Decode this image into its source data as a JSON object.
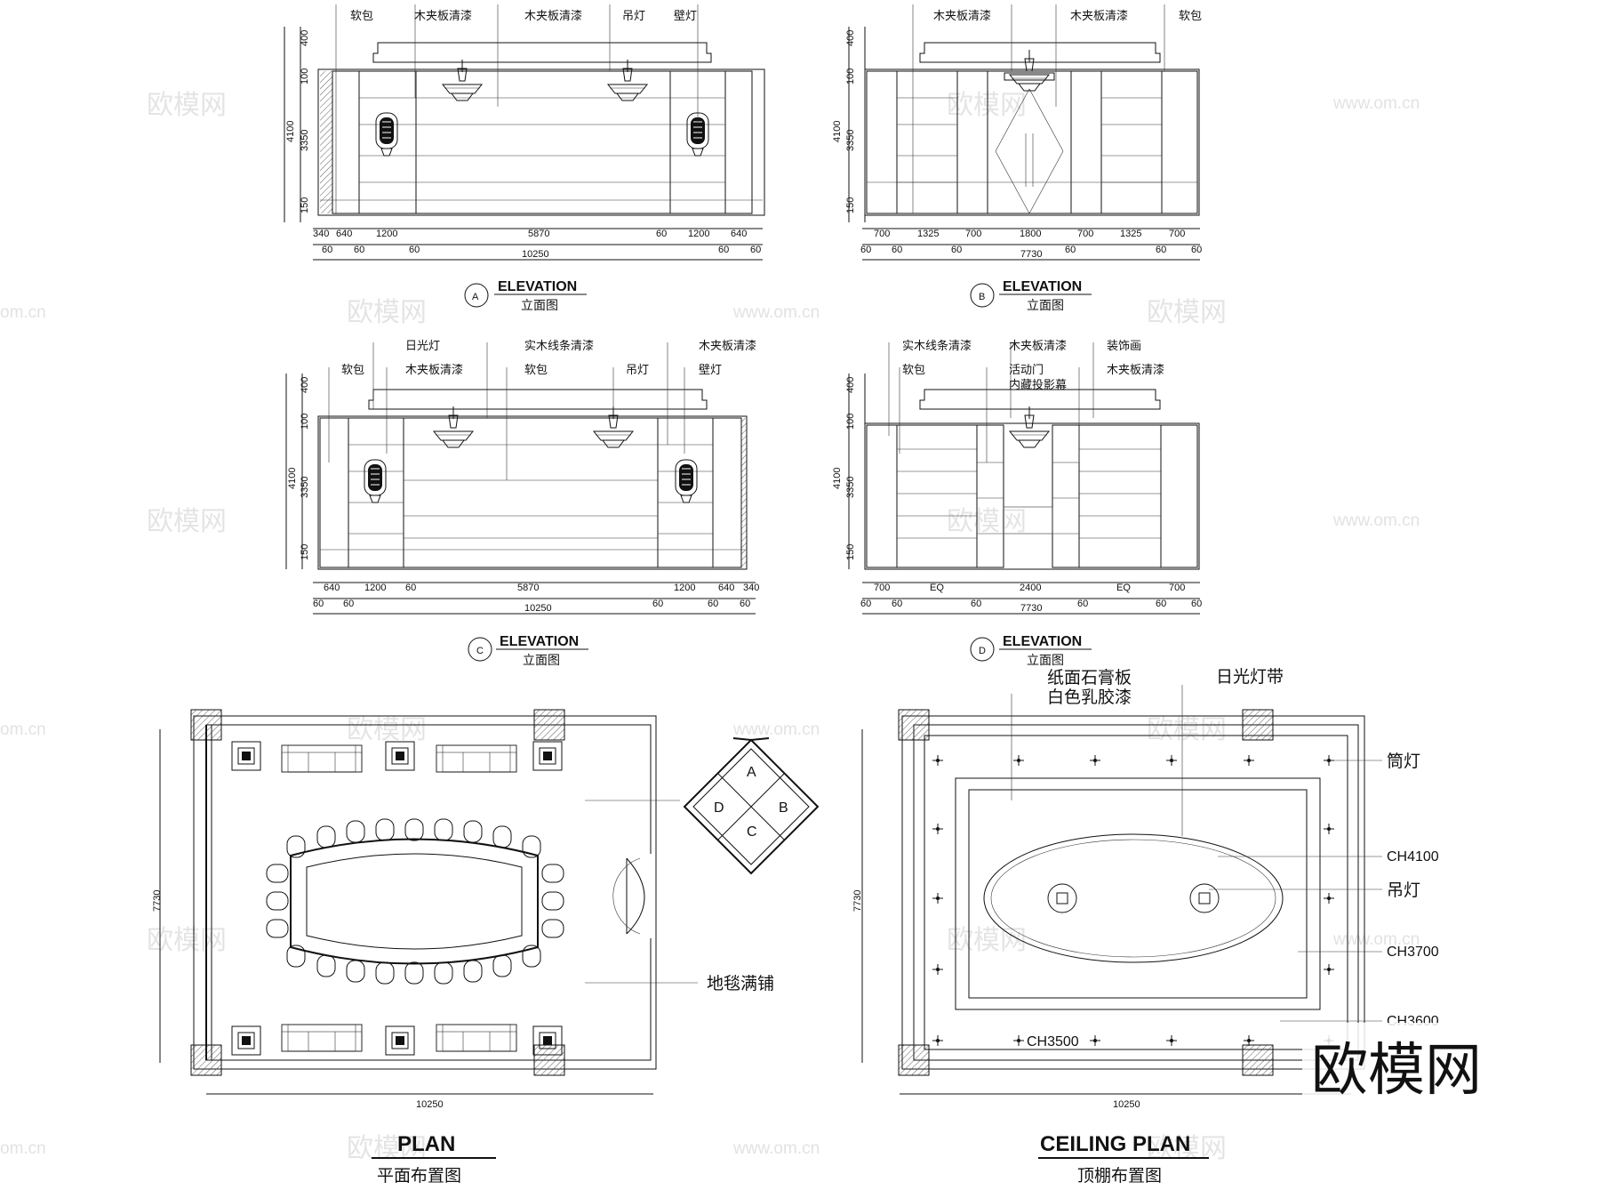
{
  "elevation_a": {
    "letter": "A",
    "title": "ELEVATION",
    "subtitle": "立面图",
    "callouts": [
      "软包",
      "木夹板清漆",
      "木夹板清漆",
      "吊灯",
      "壁灯"
    ],
    "vdims": [
      "400",
      "100",
      "3350",
      "150",
      "4100"
    ],
    "dims_row1": [
      "340",
      "640",
      "1200",
      "5870",
      "60",
      "1200",
      "640"
    ],
    "dims_row2": [
      "60",
      "60",
      "60",
      "60",
      "60"
    ],
    "total": "10250"
  },
  "elevation_b": {
    "letter": "B",
    "title": "ELEVATION",
    "subtitle": "立面图",
    "callouts": [
      "木夹板清漆",
      "木夹板清漆",
      "软包"
    ],
    "vdims": [
      "400",
      "100",
      "3350",
      "150",
      "4100"
    ],
    "dims_row1": [
      "700",
      "1325",
      "700",
      "1800",
      "700",
      "1325",
      "700"
    ],
    "dims_row2": [
      "60",
      "60",
      "60",
      "60",
      "60",
      "60"
    ],
    "total": "7730"
  },
  "elevation_c": {
    "letter": "C",
    "title": "ELEVATION",
    "subtitle": "立面图",
    "callouts": [
      "日光灯",
      "实木线条清漆",
      "木夹板清漆",
      "软包",
      "木夹板清漆",
      "软包",
      "吊灯",
      "壁灯"
    ],
    "vdims": [
      "400",
      "100",
      "3350",
      "150",
      "4100"
    ],
    "dims_row1": [
      "640",
      "1200",
      "60",
      "5870",
      "1200",
      "640",
      "340"
    ],
    "dims_row2": [
      "60",
      "60",
      "60",
      "60",
      "60"
    ],
    "total": "10250"
  },
  "elevation_d": {
    "letter": "D",
    "title": "ELEVATION",
    "subtitle": "立面图",
    "callouts": [
      "实木线条清漆",
      "木夹板清漆",
      "装饰画",
      "软包",
      "活动门",
      "内藏投影幕",
      "木夹板清漆"
    ],
    "vdims": [
      "400",
      "100",
      "3350",
      "150",
      "4100"
    ],
    "dims_row1": [
      "700",
      "EQ",
      "2400",
      "EQ",
      "700"
    ],
    "dims_row2": [
      "60",
      "60",
      "60",
      "60",
      "60",
      "60"
    ],
    "total": "7730"
  },
  "plan": {
    "title": "PLAN",
    "subtitle": "平面布置图",
    "note": "地毯满铺",
    "width": "10250",
    "depth": "7730",
    "compass": [
      "A",
      "B",
      "C",
      "D"
    ]
  },
  "ceiling": {
    "title": "CEILING PLAN",
    "subtitle": "顶棚布置图",
    "note1": "纸面石膏板",
    "note2": "白色乳胶漆",
    "note3": "日光灯带",
    "tags": [
      "筒灯",
      "CH4100",
      "吊灯",
      "CH3700",
      "CH3600"
    ],
    "ch_center": "CH3500",
    "width": "10250",
    "depth": "7730"
  },
  "watermarks": {
    "cn": "欧模网",
    "url": "www.om.cn",
    "short": "om.cn",
    "corner": "欧模网"
  }
}
